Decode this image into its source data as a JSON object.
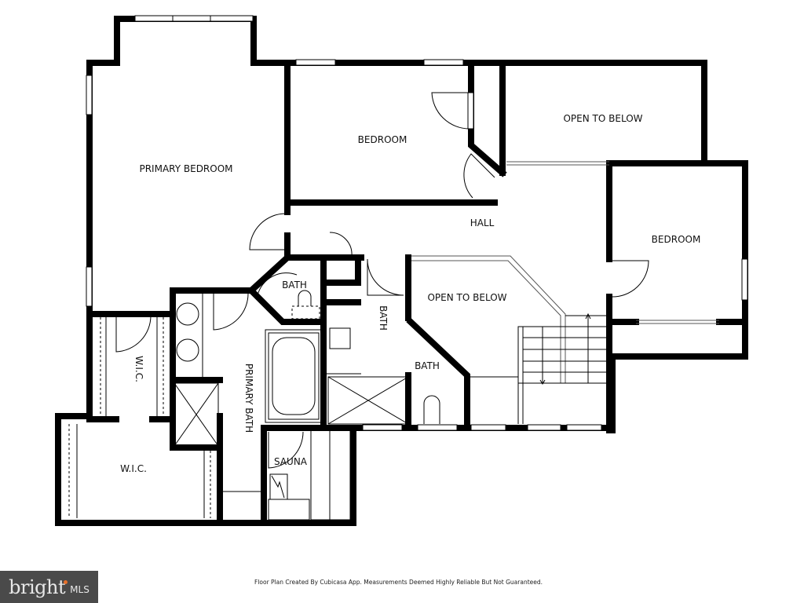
{
  "floor_plan": {
    "rooms": {
      "primary_bedroom": "PRIMARY BEDROOM",
      "bedroom_1": "BEDROOM",
      "open_to_below_1": "OPEN TO BELOW",
      "hall": "HALL",
      "bedroom_2": "BEDROOM",
      "bath_1": "BATH",
      "bath_2": "BATH",
      "open_to_below_2": "OPEN TO BELOW",
      "bath_3": "BATH",
      "primary_bath": "PRIMARY BATH",
      "wic_1": "W.I.C.",
      "wic_2": "W.I.C.",
      "sauna": "SAUNA"
    }
  },
  "footer": {
    "disclaimer": "Floor Plan Created By Cubicasa App. Measurements Deemed Highly Reliable But Not Guaranteed.",
    "brand_name": "bright",
    "brand_suffix": "MLS",
    "brand_accent": "#e8702a"
  }
}
